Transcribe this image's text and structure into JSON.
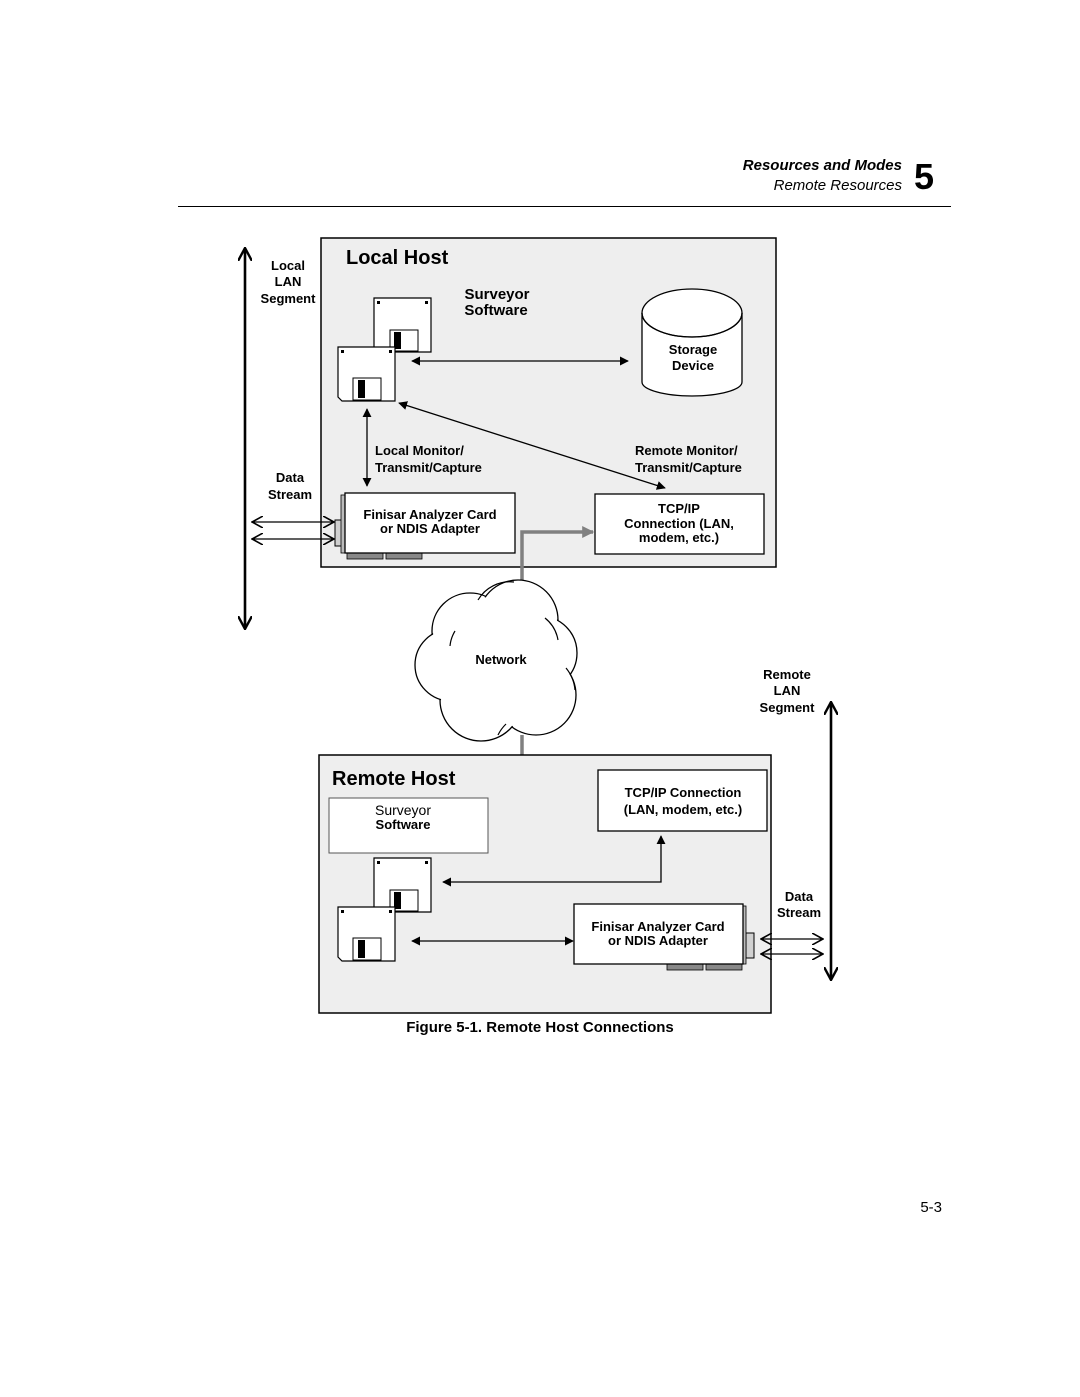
{
  "header": {
    "chapter_title": "Resources and Modes",
    "section_title": "Remote Resources",
    "chapter_number": "5"
  },
  "diagram": {
    "local_host": {
      "title": "Local Host",
      "software_line1": "Surveyor",
      "software_line2": "Software",
      "storage_line1": "Storage",
      "storage_line2": "Device",
      "local_monitor_line1": "Local Monitor/",
      "local_monitor_line2": "Transmit/Capture",
      "remote_monitor_line1": "Remote Monitor/",
      "remote_monitor_line2": "Transmit/Capture",
      "card_line1": "Finisar Analyzer Card",
      "card_line2": "or NDIS Adapter",
      "tcpip_line1": "TCP/IP",
      "tcpip_line2": "Connection (LAN,",
      "tcpip_line3": "modem, etc.)"
    },
    "local_lan": {
      "line1": "Local",
      "line2": "LAN",
      "line3": "Segment",
      "data_line1": "Data",
      "data_line2": "Stream"
    },
    "network_label": "Network",
    "remote_lan": {
      "line1": "Remote",
      "line2": "LAN",
      "line3": "Segment",
      "data_line1": "Data",
      "data_line2": "Stream"
    },
    "remote_host": {
      "title": "Remote Host",
      "software_line1": "Surveyor",
      "software_line2": "Software",
      "tcpip_line1": "TCP/IP Connection",
      "tcpip_line2": "(LAN, modem, etc.)",
      "card_line1": "Finisar Analyzer Card",
      "card_line2": "or NDIS Adapter"
    }
  },
  "caption": "Figure 5-1.  Remote Host Connections",
  "page_number": "5-3"
}
